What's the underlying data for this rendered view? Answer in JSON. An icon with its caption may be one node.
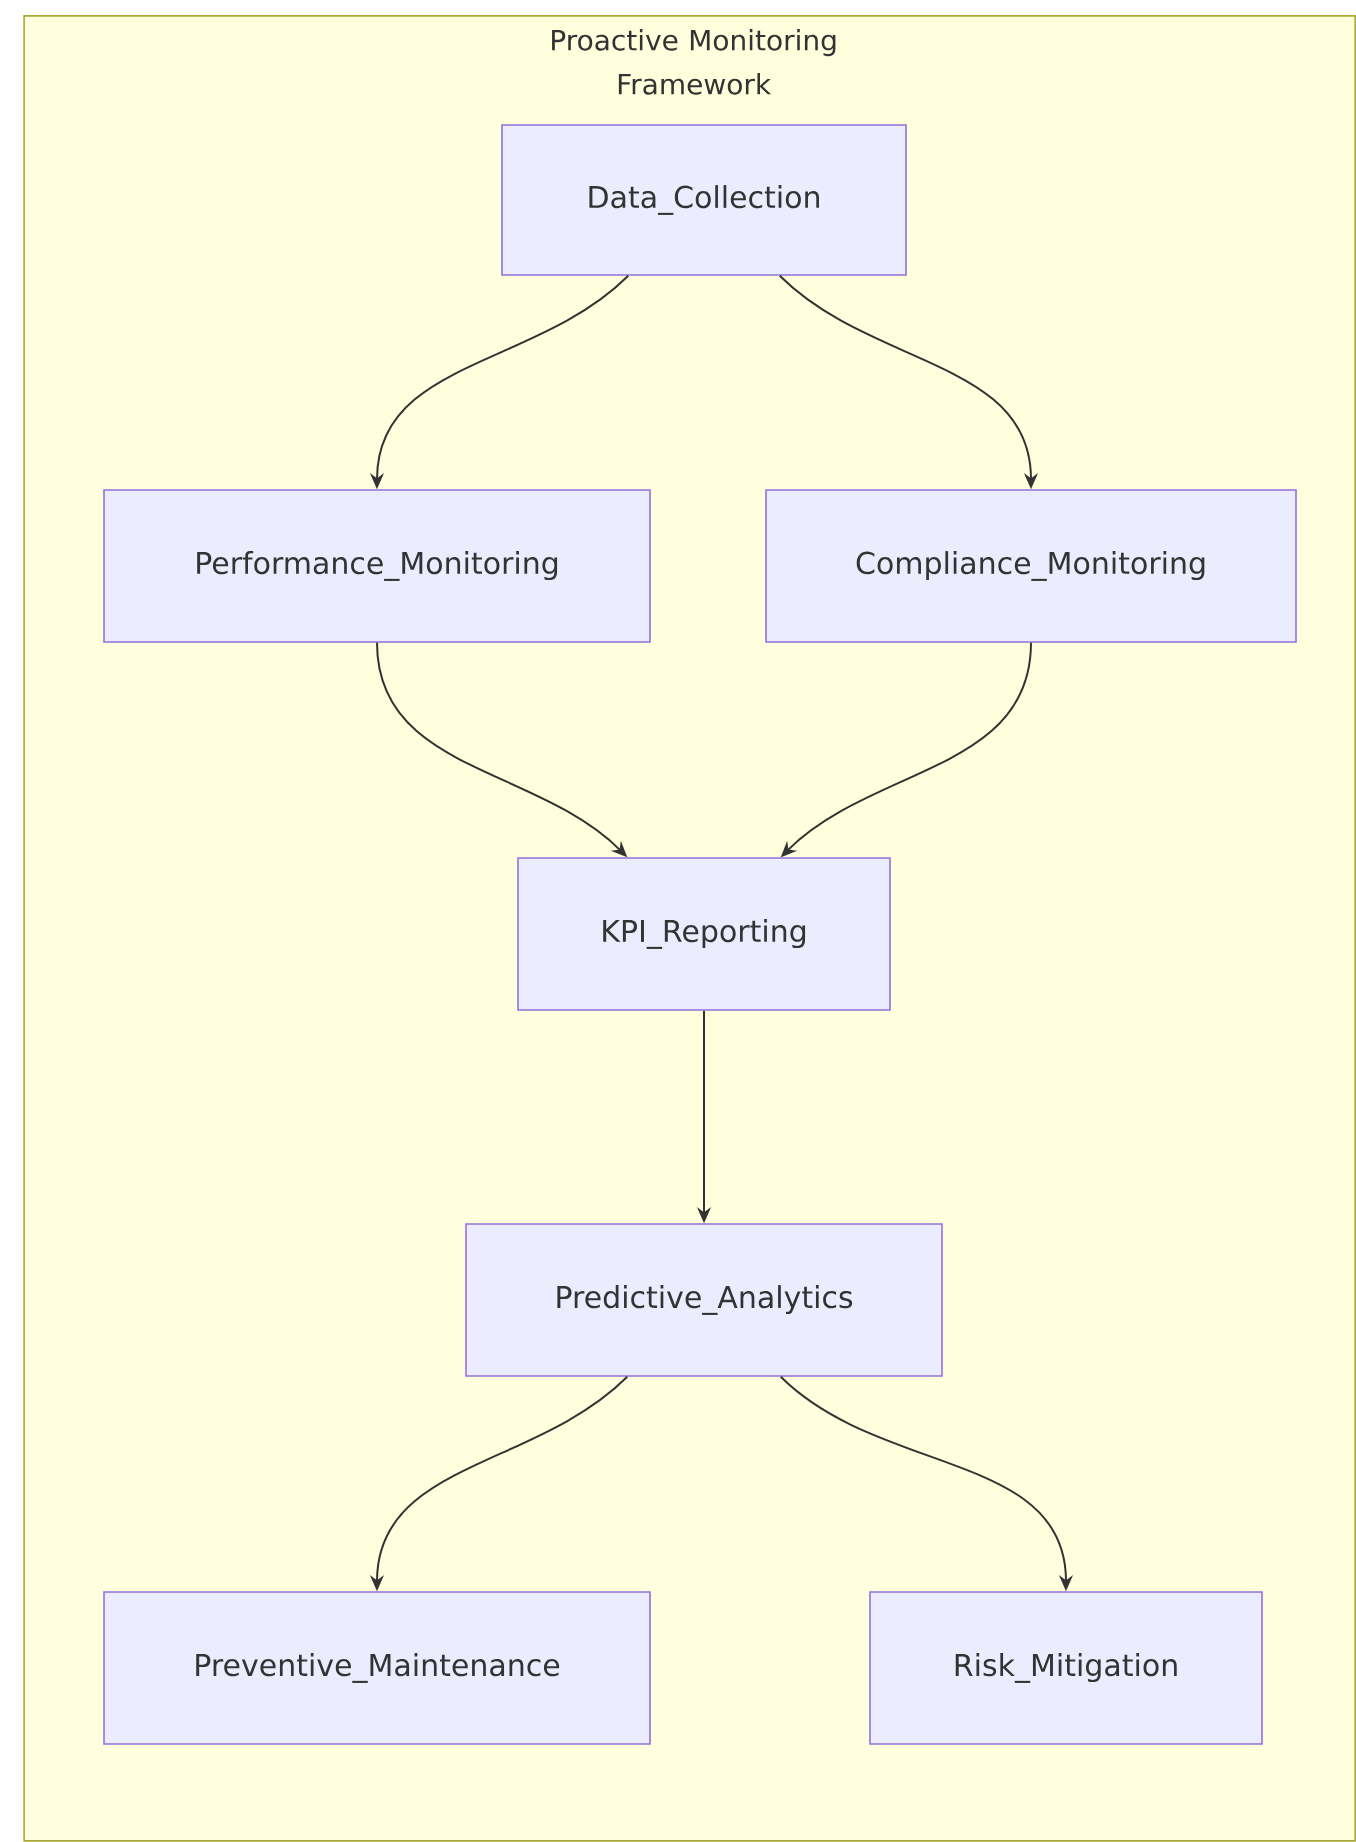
{
  "diagram": {
    "nodes": [
      {
        "text": [
          "Proactive Monitoring Framework"
        ]
      },
      {
        "text": [
          "Data_Collection"
        ],
        "in": 0
      },
      {
        "text": [
          "Performance_Monitoring"
        ],
        "in": 0
      },
      {
        "text": [
          "Compliance_Monitoring"
        ],
        "in": 0
      },
      {
        "text": [
          "KPI_Reporting"
        ],
        "in": 0
      },
      {
        "text": [
          "Predictive_Analytics"
        ],
        "in": 0
      },
      {
        "text": [
          "Preventive_Maintenance"
        ],
        "in": 0
      },
      {
        "text": [
          "Risk_Mitigation"
        ],
        "in": 0
      }
    ],
    "edges": [
      {
        "from": 1,
        "to": 2,
        "arrow": "to"
      },
      {
        "from": 1,
        "to": 3,
        "arrow": "to"
      },
      {
        "from": 2,
        "to": 4,
        "arrow": "to"
      },
      {
        "from": 3,
        "to": 4,
        "arrow": "to"
      },
      {
        "from": 4,
        "to": 5,
        "arrow": "to"
      },
      {
        "from": 5,
        "to": 6,
        "arrow": "to"
      },
      {
        "from": 5,
        "to": 7,
        "arrow": "to"
      }
    ]
  }
}
